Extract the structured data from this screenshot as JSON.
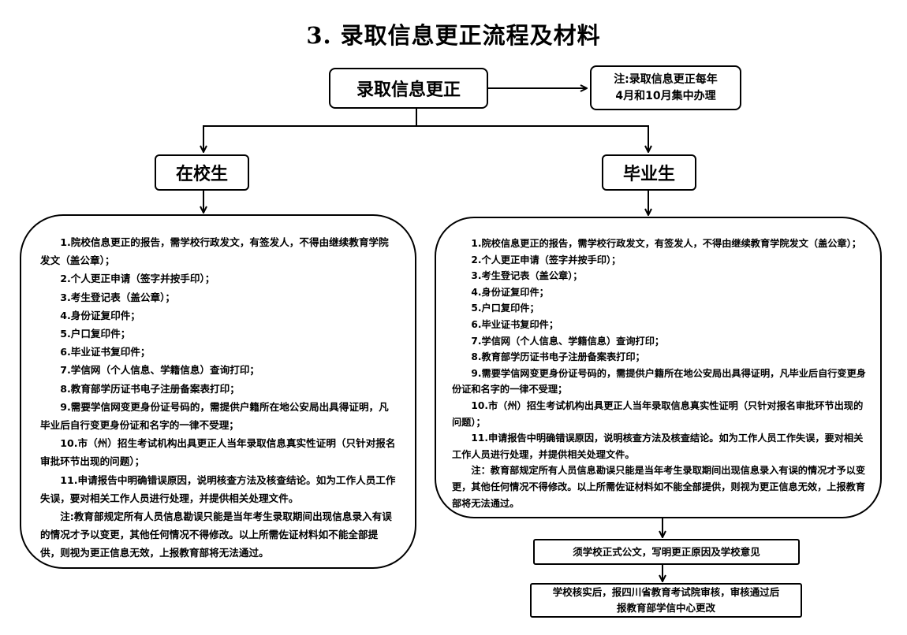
{
  "title": "3.   录取信息更正流程及材料",
  "main_box": "录取信息更正",
  "note": [
    "注:录取信息更正每年",
    "4月和10月集中办理"
  ],
  "categories": {
    "in_school": "在校生",
    "graduate": "毕业生"
  },
  "in_school_items": [
    "1.院校信息更正的报告，需学校行政发文，有签发人，不得由继续教育学院发文（盖公章）；",
    "2.个人更正申请（签字并按手印）；",
    "3.考生登记表（盖公章）；",
    "4.身份证复印件；",
    "5.户口复印件；",
    "6.毕业证书复印件；",
    "7.学信网（个人信息、学籍信息）查询打印；",
    "8.教育部学历证书电子注册备案表打印；",
    "9.需要学信网变更身份证号码的，需提供户籍所在地公安局出具得证明，凡毕业后自行变更身份证和名字的一律不受理；",
    "10.市（州）招生考试机构出具更正人当年录取信息真实性证明（只针对报名审批环节出现的问题）；",
    "11.申请报告中明确错误原因，说明核查方法及核查结论。如为工作人员工作失误，要对相关工作人员进行处理，并提供相关处理文件。",
    "注:教育部规定所有人员信息勘误只能是当年考生录取期间出现信息录入有误的情况才予以变更，其他任何情况不得修改。以上所需佐证材料如不能全部提供，则视为更正信息无效，上报教育部将无法通过。"
  ],
  "graduate_items": [
    "1.院校信息更正的报告，需学校行政发文，有签发人，不得由继续教育学院发文（盖公章）；",
    "2.个人更正申请（签字并按手印）；",
    "3.考生登记表（盖公章）；",
    "4.身份证复印件；",
    "5.户口复印件；",
    "6.毕业证书复印件；",
    "7.学信网（个人信息、学籍信息）查询打印；",
    "8.教育部学历证书电子注册备案表打印；",
    "9.需要学信网变更身份证号码的，需提供户籍所在地公安局出具得证明，凡毕业后自行变更身份证和名字的一律不受理；",
    "10.市（州）招生考试机构出具更正人当年录取信息真实性证明（只针对报名审批环节出现的问题）；",
    "11.申请报告中明确错误原因，说明核查方法及核查结论。如为工作人员工作失误，要对相关工作人员进行处理，并提供相关处理文件。",
    "注：教育部规定所有人员信息勘误只能是当年考生录取期间出现信息录入有误的情况才予以变更，其他任何情况不得修改。以上所需佐证材料如不能全部提供，则视为更正信息无效，上报教育部将无法通过。"
  ],
  "steps": [
    [
      "须学校正式公文，写明更正原因及学校意见"
    ],
    [
      "学校核实后，报四川省教育考试院审核，审核通过后",
      "报教育部学信中心更改"
    ]
  ]
}
